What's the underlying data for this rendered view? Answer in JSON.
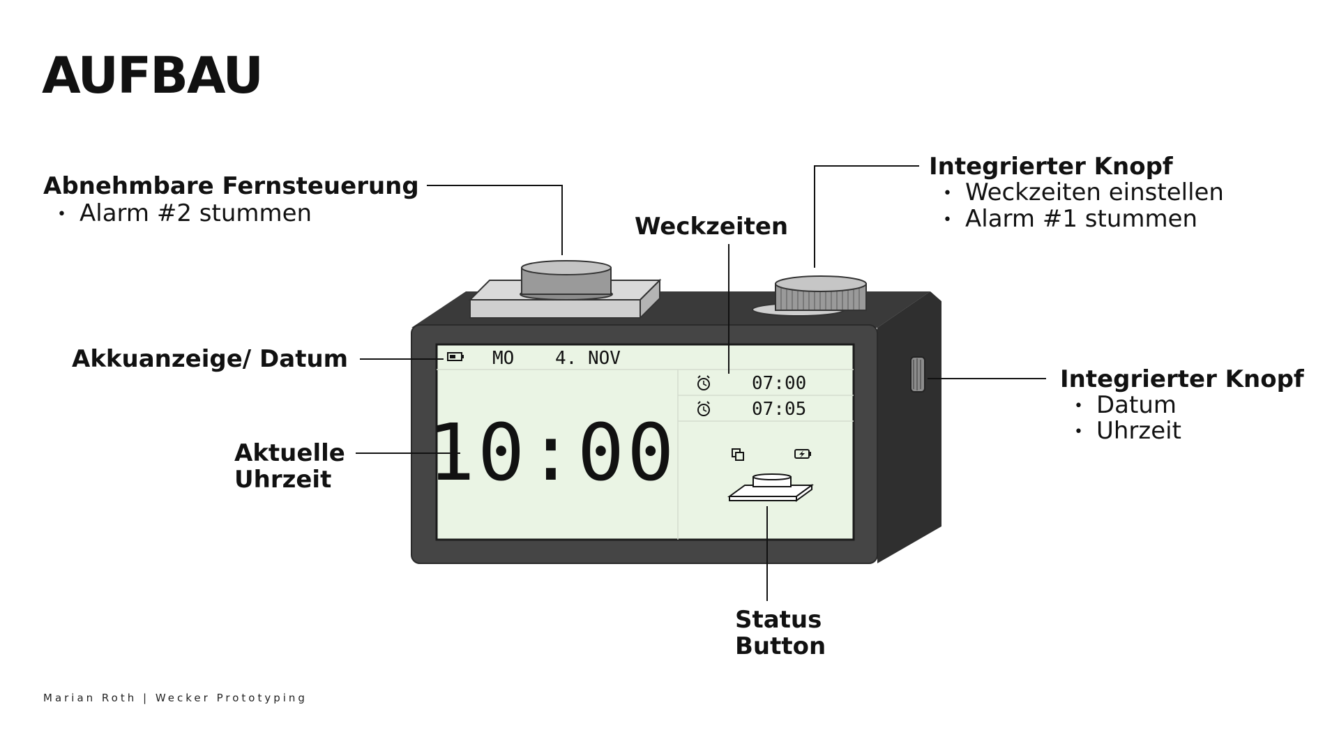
{
  "title": "AUFBAU",
  "annotations": {
    "remote": {
      "label": "Abnehmbare Fernsteuerung",
      "bullets": [
        "Alarm #2 stummen"
      ]
    },
    "weckzeiten": {
      "label": "Weckzeiten"
    },
    "top_knob": {
      "label": "Integrierter Knopf",
      "bullets": [
        "Weckzeiten einstellen",
        "Alarm #1 stummen"
      ]
    },
    "battery_date": {
      "label": "Akkuanzeige/ Datum"
    },
    "current_time": {
      "label_line1": "Aktuelle",
      "label_line2": "Uhrzeit"
    },
    "side_knob": {
      "label": "Integrierter Knopf",
      "bullets": [
        "Datum",
        "Uhrzeit"
      ]
    },
    "status_button": {
      "label_line1": "Status",
      "label_line2": "Button"
    }
  },
  "display": {
    "day": "MO",
    "date": "4. NOV",
    "alarm1": "07:00",
    "alarm2": "07:05",
    "time": "10:00"
  },
  "icons": [
    "battery-icon",
    "alarm-clock-icon",
    "copy-icon",
    "charging-battery-icon"
  ],
  "colors": {
    "body": "#454545",
    "lcd": "#eaf4e4",
    "background": "#ffffff",
    "text": "#111111"
  },
  "footer": "Marian Roth | Wecker Prototyping"
}
